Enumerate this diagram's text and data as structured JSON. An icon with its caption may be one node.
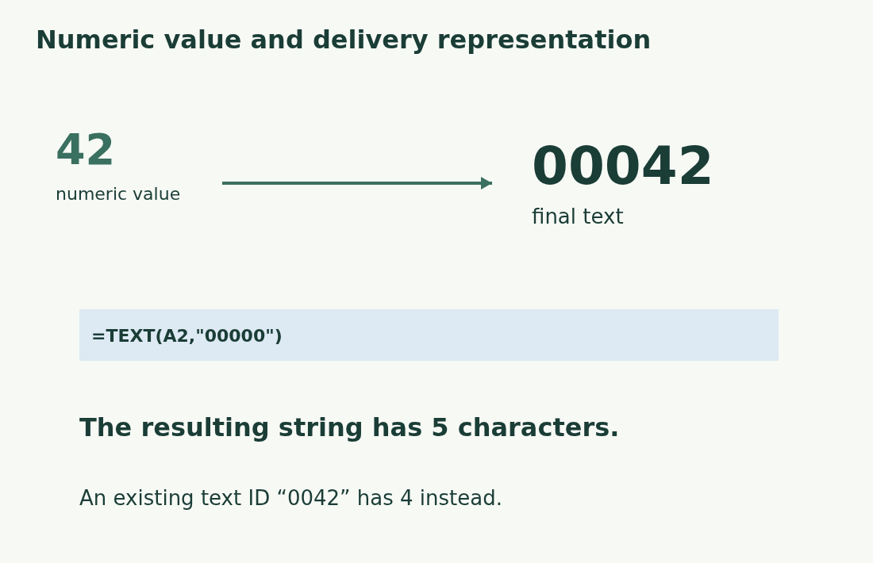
{
  "diagram": {
    "title": "Numeric value and delivery representation",
    "nodes": [
      {
        "text": [
          "42",
          "numeric value"
        ]
      },
      {
        "text": [
          "00042",
          "final text"
        ]
      },
      {
        "text": [
          "=TEXT(A2,\"00000\")"
        ]
      }
    ],
    "edges": [
      {
        "from": 0,
        "to": 1,
        "arrow": "to"
      }
    ],
    "labels": [
      "The resulting string has 5 characters.",
      "An existing text ID “0042” has 4 instead."
    ]
  }
}
